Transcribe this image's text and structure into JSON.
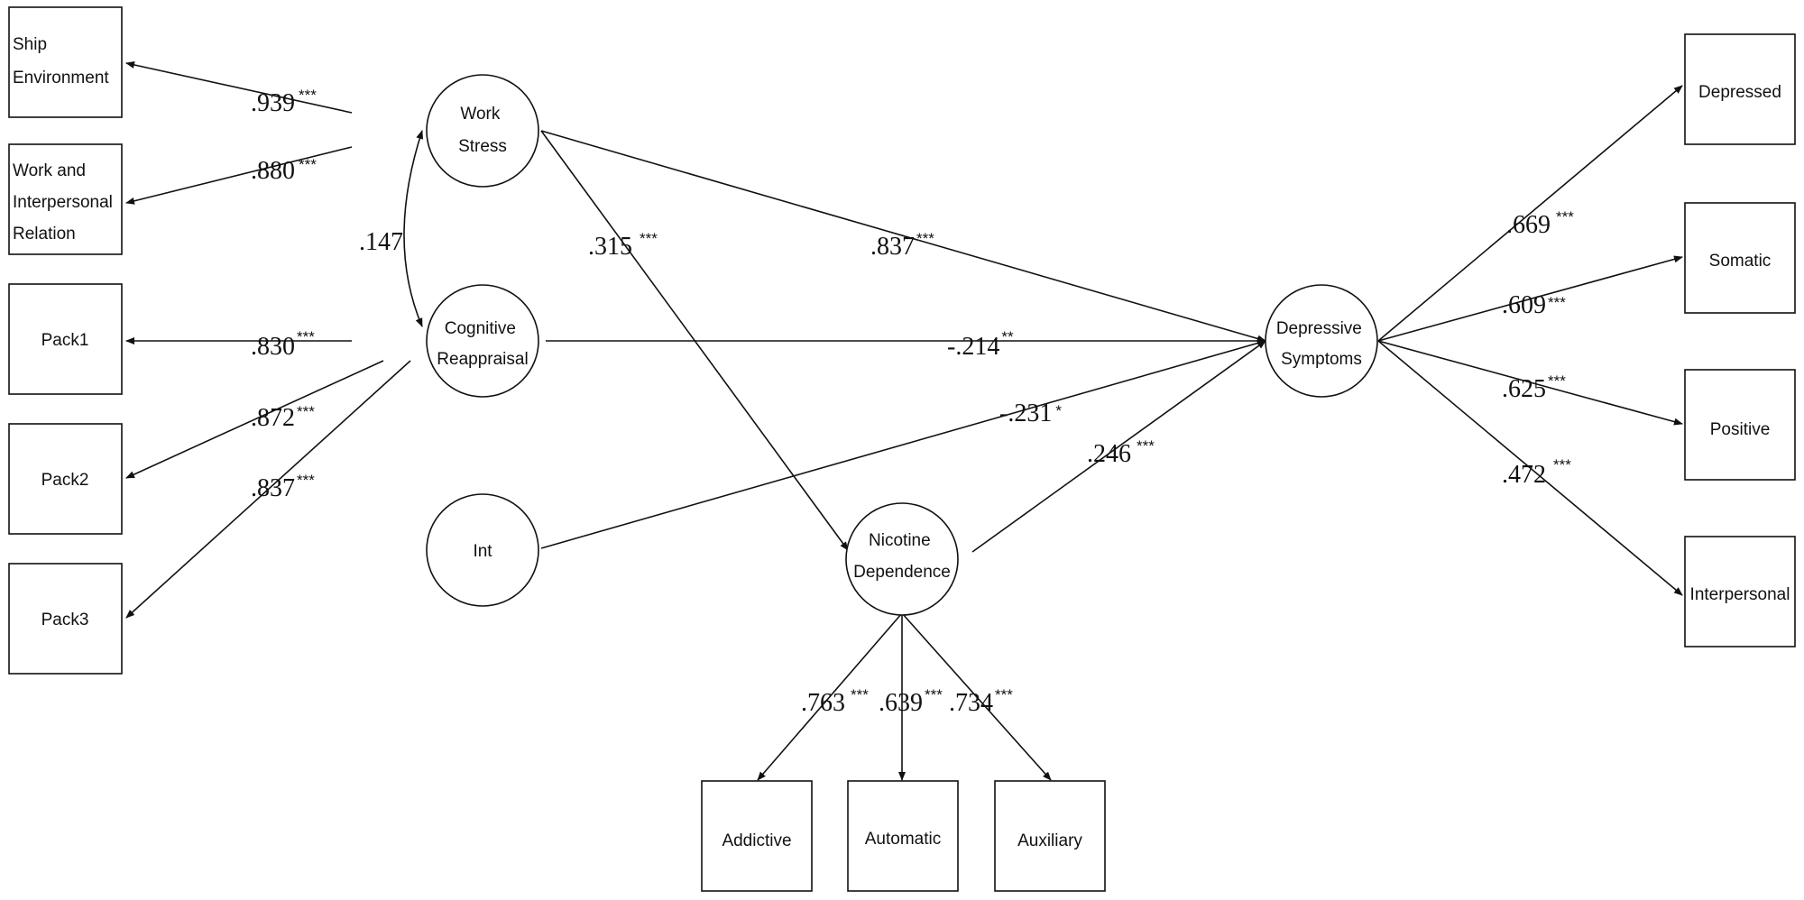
{
  "nodes": {
    "ship_environment": {
      "lines": [
        "Ship",
        "Environment"
      ]
    },
    "work_interpersonal": {
      "lines": [
        "Work and",
        "Interpersonal",
        "Relation"
      ]
    },
    "pack1": {
      "lines": [
        "Pack1"
      ]
    },
    "pack2": {
      "lines": [
        "Pack2"
      ]
    },
    "pack3": {
      "lines": [
        "Pack3"
      ]
    },
    "work_stress": {
      "lines": [
        "Work",
        "Stress"
      ]
    },
    "cognitive_reappraisal": {
      "lines": [
        "Cognitive",
        "Reappraisal"
      ]
    },
    "int": {
      "lines": [
        "Int"
      ]
    },
    "nicotine_dependence": {
      "lines": [
        "Nicotine",
        "Dependence"
      ]
    },
    "depressive_symptoms": {
      "lines": [
        "Depressive",
        "Symptoms"
      ]
    },
    "depressed": {
      "lines": [
        "Depressed"
      ]
    },
    "somatic": {
      "lines": [
        "Somatic"
      ]
    },
    "positive": {
      "lines": [
        "Positive"
      ]
    },
    "interpersonal": {
      "lines": [
        "Interpersonal"
      ]
    },
    "addictive": {
      "lines": [
        "Addictive"
      ]
    },
    "automatic": {
      "lines": [
        "Automatic"
      ]
    },
    "auxiliary": {
      "lines": [
        "Auxiliary"
      ]
    }
  },
  "paths": {
    "ws_ship": {
      "value": ".939",
      "sig": "***"
    },
    "ws_work": {
      "value": ".880",
      "sig": "***"
    },
    "ws_cr_cov": {
      "value": ".147",
      "sig": ""
    },
    "cr_pack1": {
      "value": ".830",
      "sig": "***"
    },
    "cr_pack2": {
      "value": ".872",
      "sig": "***"
    },
    "cr_pack3": {
      "value": ".837",
      "sig": "***"
    },
    "ws_ds": {
      "value": ".837",
      "sig": "***"
    },
    "ws_nd": {
      "value": ".315",
      "sig": "***"
    },
    "cr_ds": {
      "value": "-.214",
      "sig": "**"
    },
    "int_ds": {
      "value": "-.231",
      "sig": "*"
    },
    "nd_ds": {
      "value": ".246",
      "sig": "***"
    },
    "ds_depressed": {
      "value": ".669",
      "sig": "***"
    },
    "ds_somatic": {
      "value": ".609",
      "sig": "***"
    },
    "ds_positive": {
      "value": ".625",
      "sig": "***"
    },
    "ds_interpersonal": {
      "value": ".472",
      "sig": "***"
    },
    "nd_addictive": {
      "value": ".763",
      "sig": "***"
    },
    "nd_automatic": {
      "value": ".639",
      "sig": "***"
    },
    "nd_auxiliary": {
      "value": ".734",
      "sig": "***"
    }
  }
}
